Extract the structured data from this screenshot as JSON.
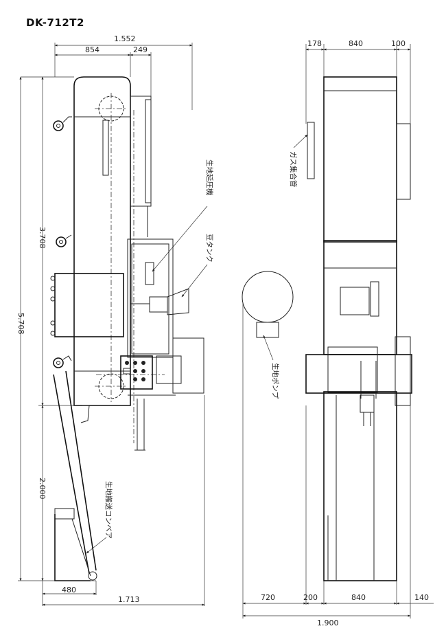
{
  "title": "DK-712T2",
  "side_view": {
    "dims": {
      "overall_top": "1.552",
      "top_left": "854",
      "top_right": "249",
      "height_main": "3.708",
      "height_total": "5.708",
      "height_conveyor": "2.000",
      "bottom_left": "480",
      "overall_bottom": "1.713"
    },
    "labels": {
      "dough_sheet_machine": "生地延圧機",
      "bean_tank": "豆タンク",
      "dough_conveyor": "生地搬送コンベア"
    }
  },
  "front_view": {
    "dims": {
      "top_left": "178",
      "top_mid": "840",
      "top_right": "100",
      "bottom_a": "720",
      "bottom_b": "200",
      "bottom_c": "840",
      "bottom_d": "140",
      "overall_bottom": "1.900"
    },
    "labels": {
      "gas_manifold": "ガス集合管",
      "dough_pump": "生地ポンプ"
    }
  }
}
